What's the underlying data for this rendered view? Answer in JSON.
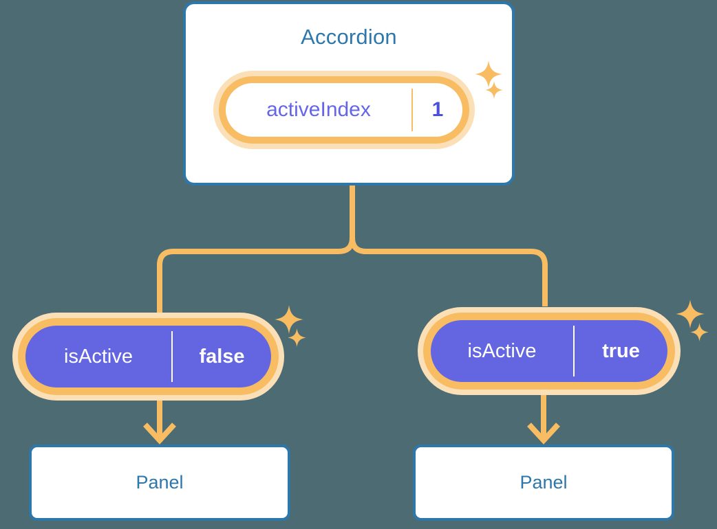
{
  "diagram": {
    "background_color": "#4d6b73",
    "accent_blue": "#2e77ab",
    "accent_orange": "#f8bd63",
    "accent_orange_pale": "#fbdfb6",
    "accent_indigo": "#6366e0"
  },
  "root_card": {
    "title": "Accordion",
    "state": {
      "key": "activeIndex",
      "value": "1"
    },
    "sparkle_icons": [
      "sparkle-large-icon",
      "sparkle-small-icon"
    ]
  },
  "children": [
    {
      "id": "left",
      "state": {
        "key": "isActive",
        "value": "false"
      },
      "panel_label": "Panel",
      "sparkle_icons": [
        "sparkle-large-icon",
        "sparkle-small-icon"
      ]
    },
    {
      "id": "right",
      "state": {
        "key": "isActive",
        "value": "true"
      },
      "panel_label": "Panel",
      "sparkle_icons": [
        "sparkle-large-icon",
        "sparkle-small-icon"
      ]
    }
  ]
}
